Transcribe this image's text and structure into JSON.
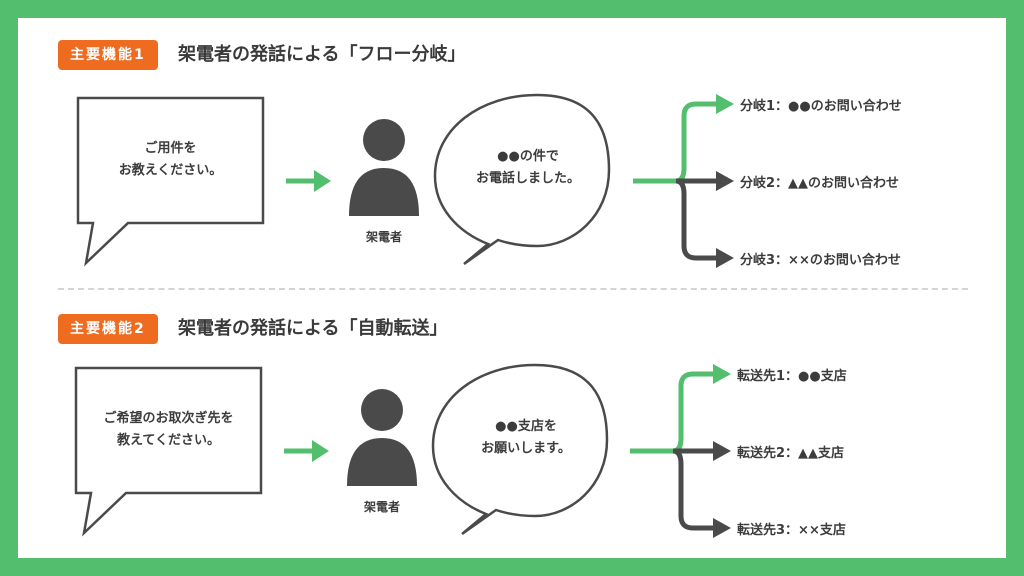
{
  "colors": {
    "green": "#52BE6E",
    "orange": "#EF6B20",
    "dark": "#4A4A4A"
  },
  "section1": {
    "badge": "主要機能1",
    "title": "架電者の発話による「フロー分岐」",
    "prompt_line1": "ご用件を",
    "prompt_line2": "お教えください。",
    "caller_label": "架電者",
    "reply_line1": "●●の件で",
    "reply_line2": "お電話しました。",
    "branches": [
      "分岐1：●●のお問い合わせ",
      "分岐2：▲▲のお問い合わせ",
      "分岐3：××のお問い合わせ"
    ]
  },
  "section2": {
    "badge": "主要機能2",
    "title": "架電者の発話による「自動転送」",
    "prompt_line1": "ご希望のお取次ぎ先を",
    "prompt_line2": "教えてください。",
    "caller_label": "架電者",
    "reply_line1": "●●支店を",
    "reply_line2": "お願いします。",
    "branches": [
      "転送先1：●●支店",
      "転送先2：▲▲支店",
      "転送先3：××支店"
    ]
  }
}
